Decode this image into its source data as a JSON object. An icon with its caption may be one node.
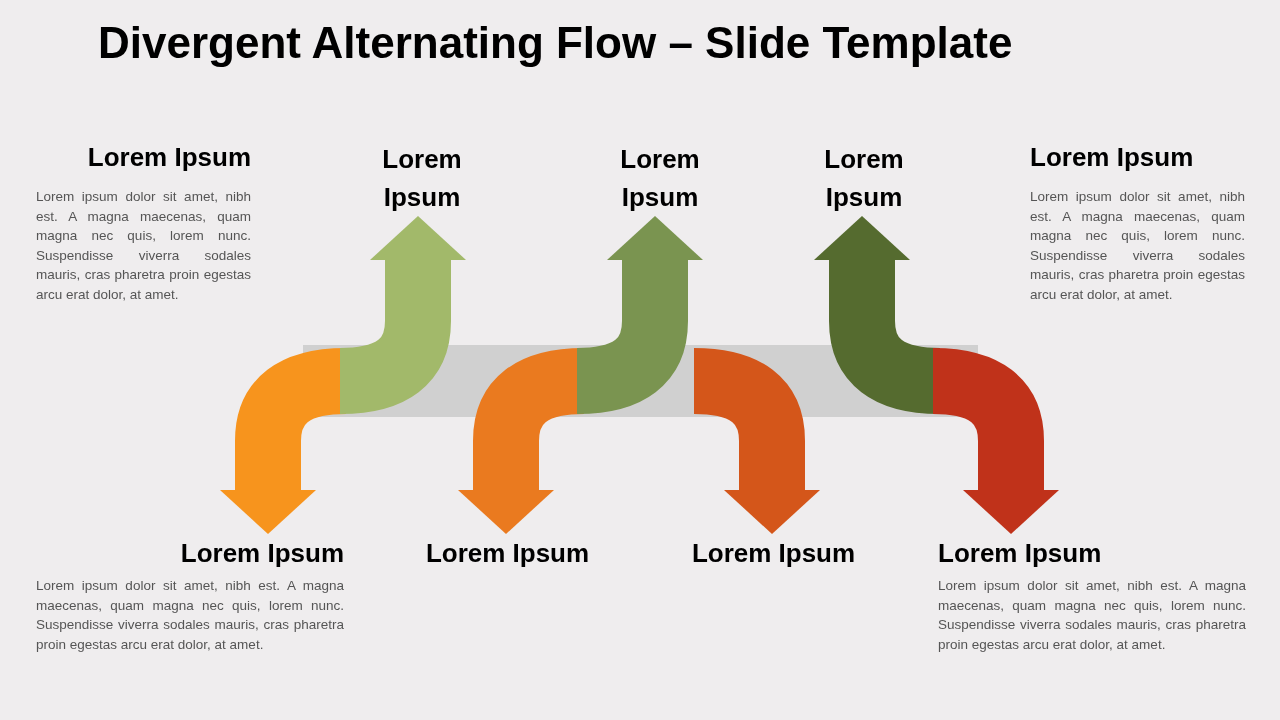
{
  "diagram": {
    "title": "Divergent Alternating Flow – Slide Template",
    "nodes": [
      {
        "text": [],
        "shape": "bar"
      },
      {
        "text": [
          "Lorem Ipsum"
        ]
      },
      {
        "text": [
          "Lorem Ipsum"
        ]
      },
      {
        "text": [
          "Lorem Ipsum"
        ]
      },
      {
        "text": [
          "Lorem Ipsum",
          "Lorem ipsum dolor sit amet, nibh est. A magna maecenas, quam magna nec quis, lorem nunc. Suspendisse viverra sodales mauris, cras pharetra proin egestas arcu erat dolor, at amet."
        ]
      },
      {
        "text": [
          "Lorem Ipsum"
        ]
      },
      {
        "text": [
          "Lorem Ipsum"
        ]
      },
      {
        "text": [
          "Lorem Ipsum",
          "Lorem ipsum dolor sit amet, nibh est. A magna maecenas, quam magna nec quis, lorem nunc. Suspendisse viverra sodales mauris, cras pharetra proin egestas arcu erat dolor, at amet."
        ]
      }
    ],
    "edges": [
      {
        "from": 0,
        "to": 4,
        "arrow": "to",
        "color": "#f7941d"
      },
      {
        "from": 0,
        "to": 1,
        "arrow": "to",
        "color": "#a2b96a"
      },
      {
        "from": 0,
        "to": 5,
        "arrow": "to",
        "color": "#ea7a1f"
      },
      {
        "from": 0,
        "to": 2,
        "arrow": "to",
        "color": "#7a9450"
      },
      {
        "from": 0,
        "to": 6,
        "arrow": "to",
        "color": "#d4561a"
      },
      {
        "from": 0,
        "to": 3,
        "arrow": "to",
        "color": "#556b2f"
      },
      {
        "from": 0,
        "to": 7,
        "arrow": "to",
        "color": "#c0321a"
      }
    ],
    "labels": [
      "Lorem Ipsum",
      "Lorem ipsum dolor sit amet, nibh est. A magna maecenas, quam magna nec quis, lorem nunc. Suspendisse viverra sodales mauris, cras pharetra proin egestas arcu erat dolor, at amet.",
      "Lorem Ipsum",
      "Lorem ipsum dolor sit amet, nibh est. A magna maecenas, quam magna nec quis, lorem nunc. Suspendisse viverra sodales mauris, cras pharetra proin egestas arcu erat dolor, at amet."
    ]
  }
}
